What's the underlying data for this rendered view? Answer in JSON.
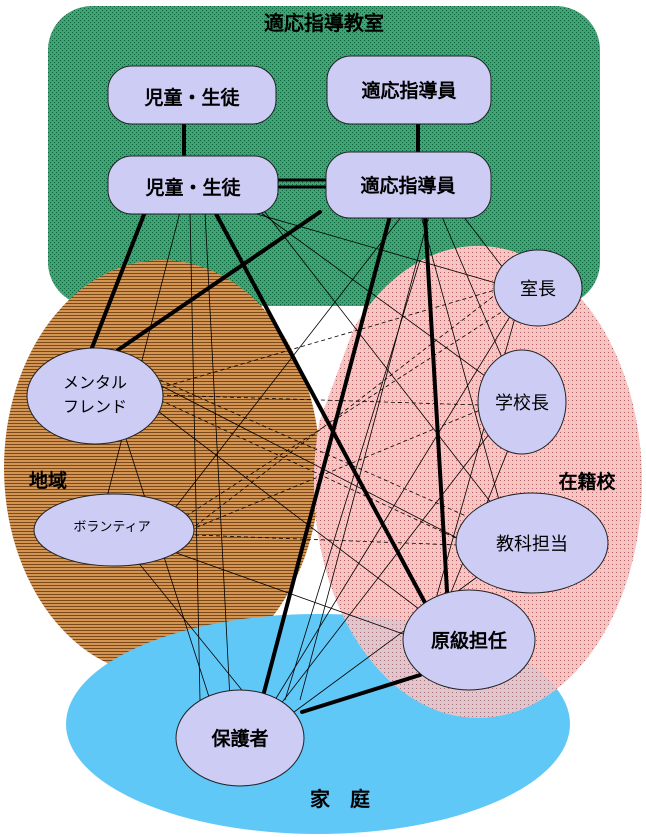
{
  "regions": {
    "classroom": "適応指導教室",
    "community": "地域",
    "school": "在籍校",
    "home": "家　庭"
  },
  "nodes": {
    "student_top": "児童・生徒",
    "counselor_top": "適応指導員",
    "student": "児童・生徒",
    "counselor": "適応指導員",
    "room_head": "室長",
    "mental_friend_line1": "メンタル",
    "mental_friend_line2": "フレンド",
    "principal": "学校長",
    "volunteer": "ボランティア",
    "subject_teacher": "教科担当",
    "homeroom_teacher": "原級担任",
    "guardian": "保護者"
  },
  "colors": {
    "classroom_fill": "#2e9e6a",
    "community_fill": "#c98a4a",
    "school_fill": "#f4b8b8",
    "home_fill": "#5fc8f7",
    "node_fill": "#ccccf4"
  }
}
